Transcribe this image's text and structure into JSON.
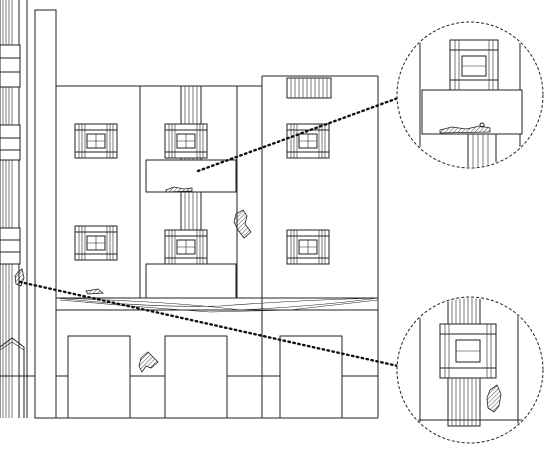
{
  "drawing": {
    "subject": "building-facade-elevation",
    "colors": {
      "line": "#222222",
      "background": "#ffffff"
    },
    "callouts": [
      {
        "id": "detail-upper",
        "shape": "circle"
      },
      {
        "id": "detail-lower",
        "shape": "circle"
      }
    ]
  }
}
